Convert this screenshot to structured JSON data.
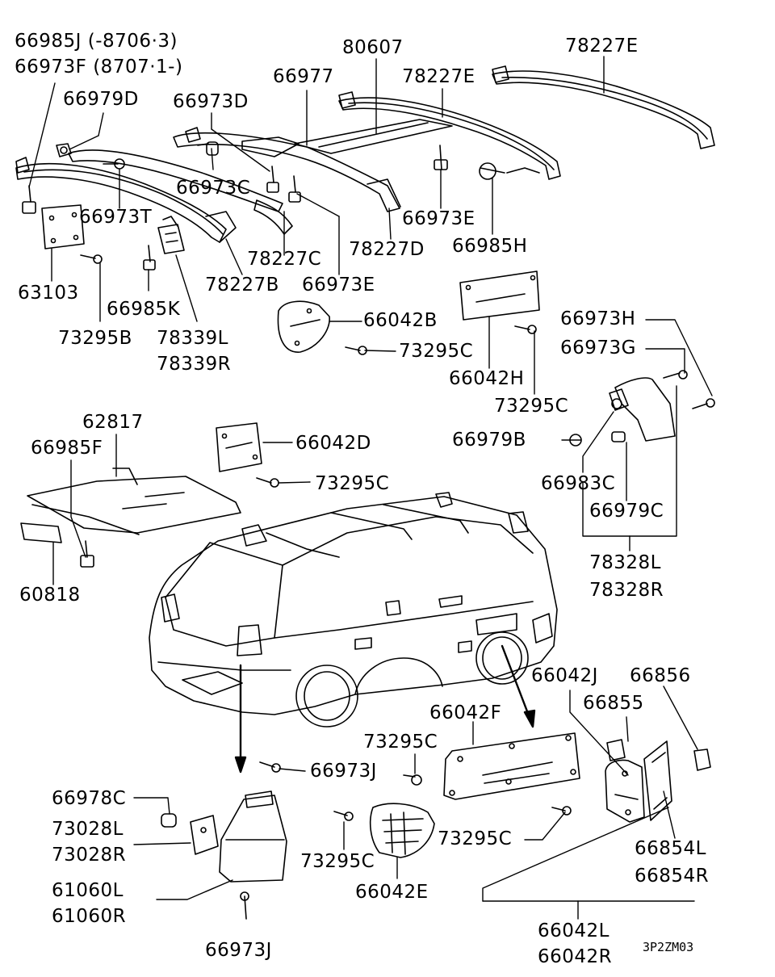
{
  "labels": {
    "p66985J": "66985J (-8706·3)",
    "p66973F": "66973F (8707·1-)",
    "p66979D": "66979D",
    "p66977": "66977",
    "p80607": "80607",
    "p78227E_a": "78227E",
    "p78227E_b": "78227E",
    "p66973D": "66973D",
    "p66973C": "66973C",
    "p66973T": "66973T",
    "p78227C": "78227C",
    "p78227D": "78227D",
    "p78227B": "78227B",
    "p66973E_a": "66973E",
    "p66973E_b": "66973E",
    "p66985H": "66985H",
    "p63103": "63103",
    "p66985K": "66985K",
    "p73295B": "73295B",
    "p78339L": "78339L",
    "p78339R": "78339R",
    "p66042B": "66042B",
    "p73295C_a": "73295C",
    "p66042H": "66042H",
    "p73295C_b": "73295C",
    "p66973H": "66973H",
    "p66973G": "66973G",
    "p66979B": "66979B",
    "p66983C": "66983C",
    "p66979C": "66979C",
    "p78328L": "78328L",
    "p78328R": "78328R",
    "p62817": "62817",
    "p66985F": "66985F",
    "p60818": "60818",
    "p66042D": "66042D",
    "p73295C_c": "73295C",
    "p66042J": "66042J",
    "p66856": "66856",
    "p66855": "66855",
    "p66042F": "66042F",
    "p73295C_d": "73295C",
    "p66973J_a": "66973J",
    "p66978C": "66978C",
    "p73028L": "73028L",
    "p73028R": "73028R",
    "p61060L": "61060L",
    "p61060R": "61060R",
    "p66973J_b": "66973J",
    "p73295C_e": "73295C",
    "p66042E": "66042E",
    "p73295C_f": "73295C",
    "p66854L": "66854L",
    "p66854R": "66854R",
    "p66042L": "66042L",
    "p66042R": "66042R"
  },
  "diagram_code": "3P2ZM03",
  "colors": {
    "ink": "#000000",
    "paper": "#ffffff"
  }
}
